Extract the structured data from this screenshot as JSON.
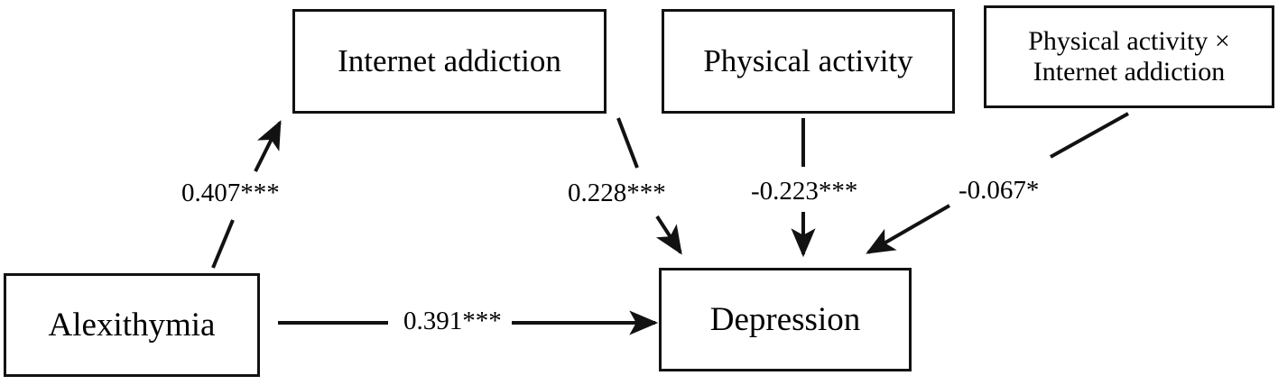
{
  "figure": {
    "type": "path-diagram",
    "background_color": "#ffffff",
    "stroke_color": "#121212"
  },
  "nodes": [
    {
      "id": "internet-addiction",
      "label": "Internet addiction"
    },
    {
      "id": "physical-activity",
      "label": "Physical activity"
    },
    {
      "id": "interaction",
      "label": "Physical activity ×\nInternet addiction"
    },
    {
      "id": "alexithymia",
      "label": "Alexithymia"
    },
    {
      "id": "depression",
      "label": "Depression"
    }
  ],
  "paths": [
    {
      "id": "alexithymia-to-internet-addiction",
      "from": "alexithymia",
      "to": "internet-addiction",
      "coefficient": "0.407***",
      "value": 0.407,
      "significance": "***"
    },
    {
      "id": "internet-addiction-to-depression",
      "from": "internet-addiction",
      "to": "depression",
      "coefficient": "0.228***",
      "value": 0.228,
      "significance": "***"
    },
    {
      "id": "physical-activity-to-depression",
      "from": "physical-activity",
      "to": "depression",
      "coefficient": "-0.223***",
      "value": -0.223,
      "significance": "***"
    },
    {
      "id": "interaction-to-depression",
      "from": "interaction",
      "to": "depression",
      "coefficient": "-0.067*",
      "value": -0.067,
      "significance": "*"
    },
    {
      "id": "alexithymia-to-depression",
      "from": "alexithymia",
      "to": "depression",
      "coefficient": "0.391***",
      "value": 0.391,
      "significance": "***"
    }
  ]
}
